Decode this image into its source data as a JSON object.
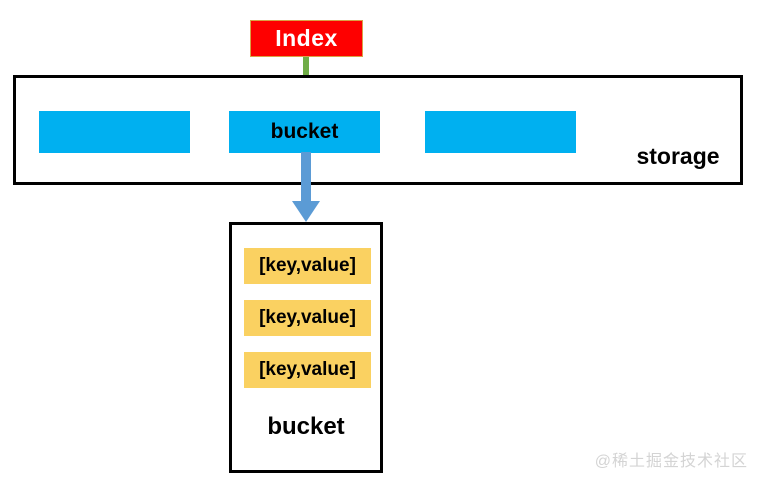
{
  "diagram": {
    "index_box": {
      "label": "Index"
    },
    "storage": {
      "label": "storage",
      "cells": [
        {
          "label": ""
        },
        {
          "label": "bucket"
        },
        {
          "label": ""
        }
      ]
    },
    "bucket_detail": {
      "entries": [
        "[key,value]",
        "[key,value]",
        "[key,value]"
      ],
      "label": "bucket"
    },
    "arrows": [
      {
        "name": "index-to-bucket",
        "color": "#70ad47"
      },
      {
        "name": "bucket-to-detail",
        "color": "#5b9bd5"
      }
    ],
    "colors": {
      "index_fill": "#fe0000",
      "index_border": "#d9a246",
      "index_text": "#ffffff",
      "cell_fill": "#00b0f0",
      "entry_fill": "#fad161",
      "outline": "#000000",
      "green_arrow": "#70ad47",
      "blue_arrow": "#5b9bd5",
      "watermark_text": "#d4d4d4"
    }
  },
  "watermark": "@稀土掘金技术社区"
}
